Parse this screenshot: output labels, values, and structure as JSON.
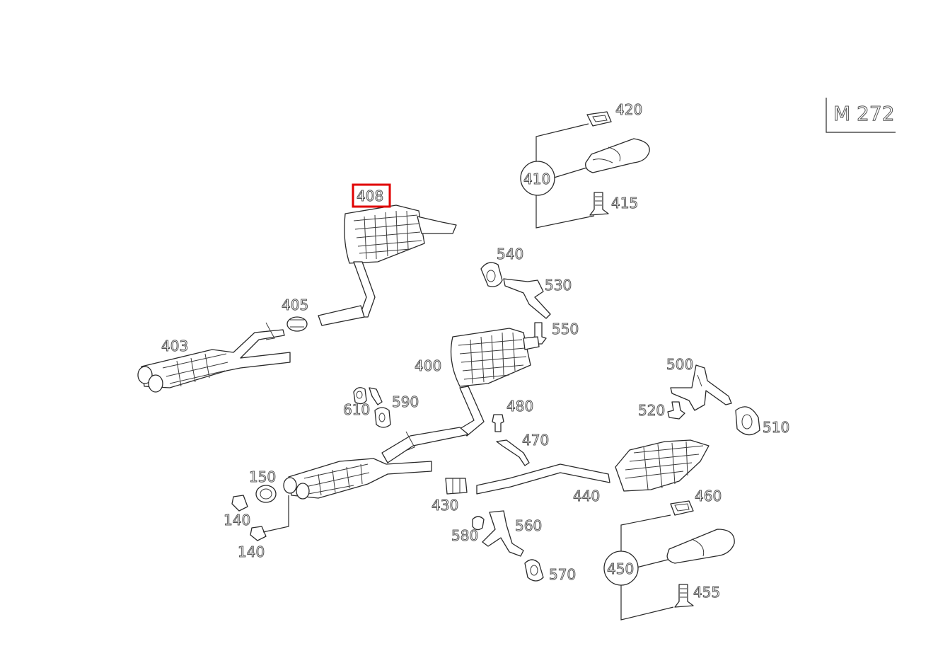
{
  "diagram": {
    "engine_code": "M 272",
    "highlight_color": "#e00000",
    "highlighted_part": "408",
    "parts": [
      {
        "id": "p408",
        "number": "408"
      },
      {
        "id": "p420",
        "number": "420"
      },
      {
        "id": "p410",
        "number": "410"
      },
      {
        "id": "p415",
        "number": "415"
      },
      {
        "id": "p540",
        "number": "540"
      },
      {
        "id": "p530",
        "number": "530"
      },
      {
        "id": "p405",
        "number": "405"
      },
      {
        "id": "p550",
        "number": "550"
      },
      {
        "id": "p403",
        "number": "403"
      },
      {
        "id": "p400",
        "number": "400"
      },
      {
        "id": "p500",
        "number": "500"
      },
      {
        "id": "p610",
        "number": "610"
      },
      {
        "id": "p590",
        "number": "590"
      },
      {
        "id": "p480",
        "number": "480"
      },
      {
        "id": "p520",
        "number": "520"
      },
      {
        "id": "p510",
        "number": "510"
      },
      {
        "id": "p470",
        "number": "470"
      },
      {
        "id": "p150",
        "number": "150"
      },
      {
        "id": "p460",
        "number": "460"
      },
      {
        "id": "p440",
        "number": "440"
      },
      {
        "id": "p430",
        "number": "430"
      },
      {
        "id": "p140a",
        "number": "140"
      },
      {
        "id": "p560",
        "number": "560"
      },
      {
        "id": "p580",
        "number": "580"
      },
      {
        "id": "p140b",
        "number": "140"
      },
      {
        "id": "p450",
        "number": "450"
      },
      {
        "id": "p570",
        "number": "570"
      },
      {
        "id": "p455",
        "number": "455"
      }
    ]
  }
}
